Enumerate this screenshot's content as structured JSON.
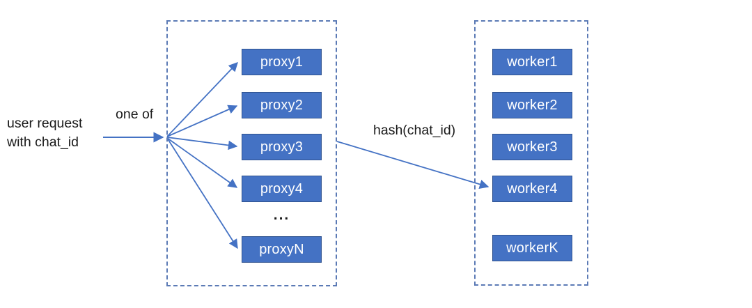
{
  "diagram": {
    "source": {
      "label_line1": "user request",
      "label_line2": "with chat_id"
    },
    "arrow_labels": {
      "one_of": "one of",
      "hash": "hash(chat_id)"
    },
    "proxies": {
      "items": [
        "proxy1",
        "proxy2",
        "proxy3",
        "proxy4",
        "proxyN"
      ],
      "ellipsis": "..."
    },
    "workers": {
      "items": [
        "worker1",
        "worker2",
        "worker3",
        "worker4",
        "workerK"
      ]
    },
    "colors": {
      "box_fill": "#4472c4",
      "box_border": "#2f528f",
      "box_text": "#ffffff",
      "arrow": "#4472c4",
      "dashed_container_border": "#5b7ab5",
      "label_text": "#1a1a1a"
    }
  }
}
